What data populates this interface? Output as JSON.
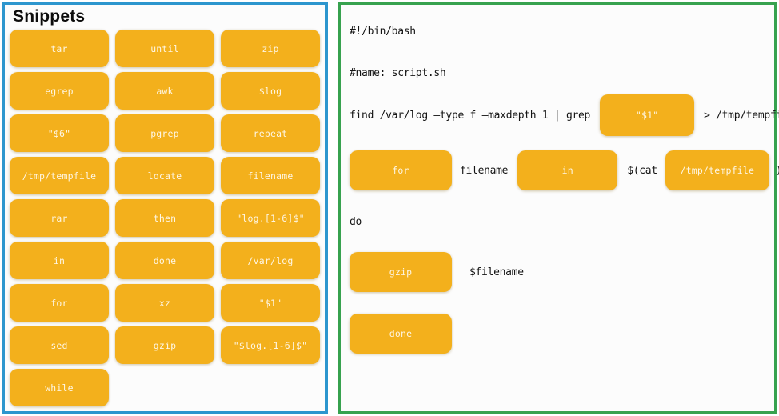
{
  "colors": {
    "chip_fill": "#f3b01c",
    "snippets_border": "#2d96ce",
    "script_border": "#37a24f",
    "code_text": "#141414"
  },
  "panels": {
    "snippets": {
      "title": "Snippets",
      "items": [
        "tar",
        "until",
        "zip",
        "egrep",
        "awk",
        "$log",
        "\"$6\"",
        "pgrep",
        "repeat",
        "/tmp/tempfile",
        "locate",
        "filename",
        "rar",
        "then",
        "\"log.[1-6]$\"",
        "in",
        "done",
        "/var/log",
        "for",
        "xz",
        "\"$1\"",
        "sed",
        "gzip",
        "\"$log.[1-6]$\"",
        "while"
      ]
    },
    "script": {
      "shebang": "#!/bin/bash",
      "name_comment": "#name: script.sh",
      "find_prefix": "find /var/log –type f –maxdepth 1 | grep",
      "find_chip": "\"$1\"",
      "find_suffix": "> /tmp/tempfile",
      "for_chip": "for",
      "for_var": "filename",
      "in_chip": "in",
      "cat_open": "$(cat",
      "cat_chip": "/tmp/tempfile",
      "cat_close": ")",
      "do_keyword": "do",
      "gzip_chip": "gzip",
      "gzip_arg": "$filename",
      "done_chip": "done"
    }
  }
}
